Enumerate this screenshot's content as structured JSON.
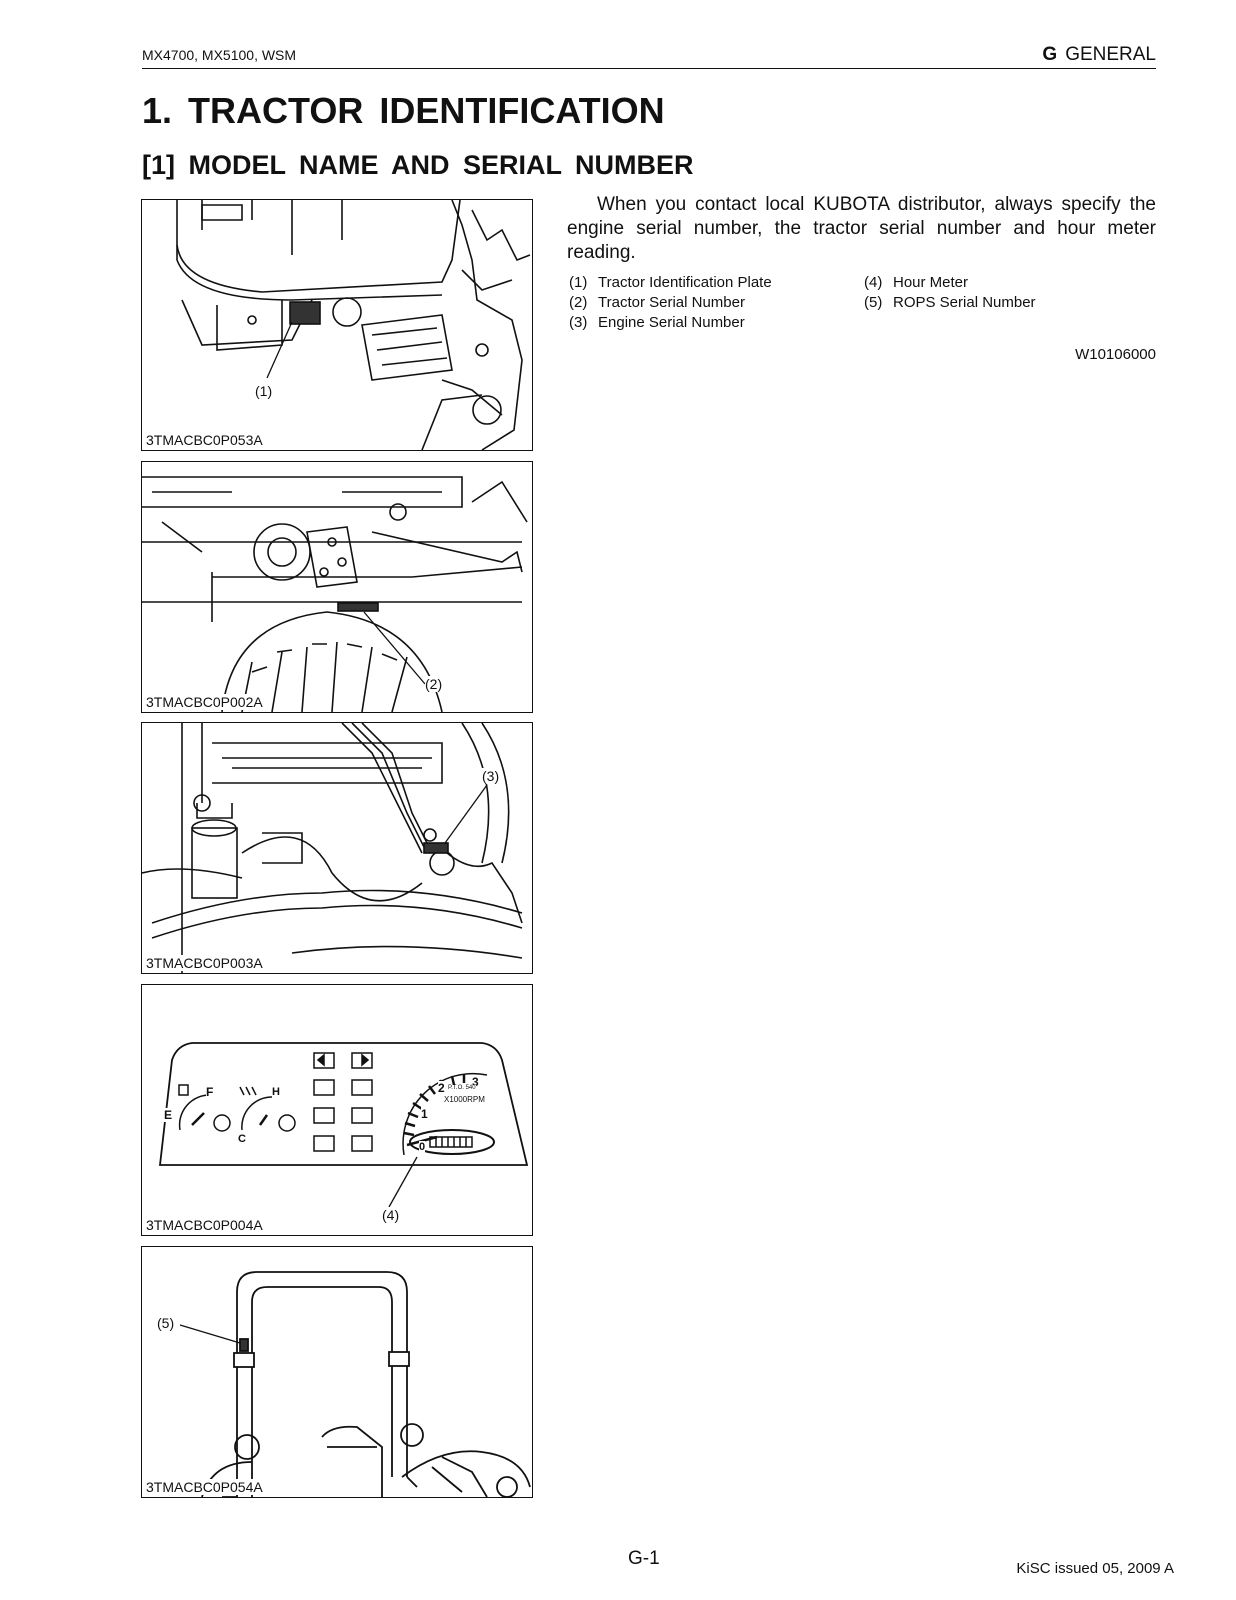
{
  "header": {
    "models": "MX4700, MX5100, WSM",
    "section_letter": "G",
    "section_name": "GENERAL"
  },
  "title": "1.  TRACTOR  IDENTIFICATION",
  "subtitle": "[1]  MODEL  NAME  AND  SERIAL  NUMBER",
  "body": "When you contact local KUBOTA distributor, always specify the engine serial number, the tractor serial number and hour meter reading.",
  "legend": [
    {
      "num": "(1)",
      "text": "Tractor Identification Plate"
    },
    {
      "num": "(2)",
      "text": "Tractor Serial Number"
    },
    {
      "num": "(3)",
      "text": "Engine Serial Number"
    },
    {
      "num": "(4)",
      "text": "Hour Meter"
    },
    {
      "num": "(5)",
      "text": "ROPS Serial Number"
    }
  ],
  "doc_code": "W10106000",
  "figures": [
    {
      "caption": "3TMACBC0P053A",
      "callout": "(1)"
    },
    {
      "caption": "3TMACBC0P002A",
      "callout": "(2)"
    },
    {
      "caption": "3TMACBC0P003A",
      "callout": "(3)"
    },
    {
      "caption": "3TMACBC0P004A",
      "callout": "(4)"
    },
    {
      "caption": "3TMACBC0P054A",
      "callout": "(5)"
    }
  ],
  "gauges": {
    "fuel_full": "F",
    "fuel_empty": "E",
    "temp_hot": "H",
    "temp_cold": "C",
    "tach_marks": [
      "0",
      "1",
      "2",
      "3"
    ],
    "tach_pto": "P.T.O. 540",
    "tach_unit": "X1000RPM"
  },
  "footer": {
    "page": "G-1",
    "issued": "KiSC issued 05, 2009 A"
  }
}
